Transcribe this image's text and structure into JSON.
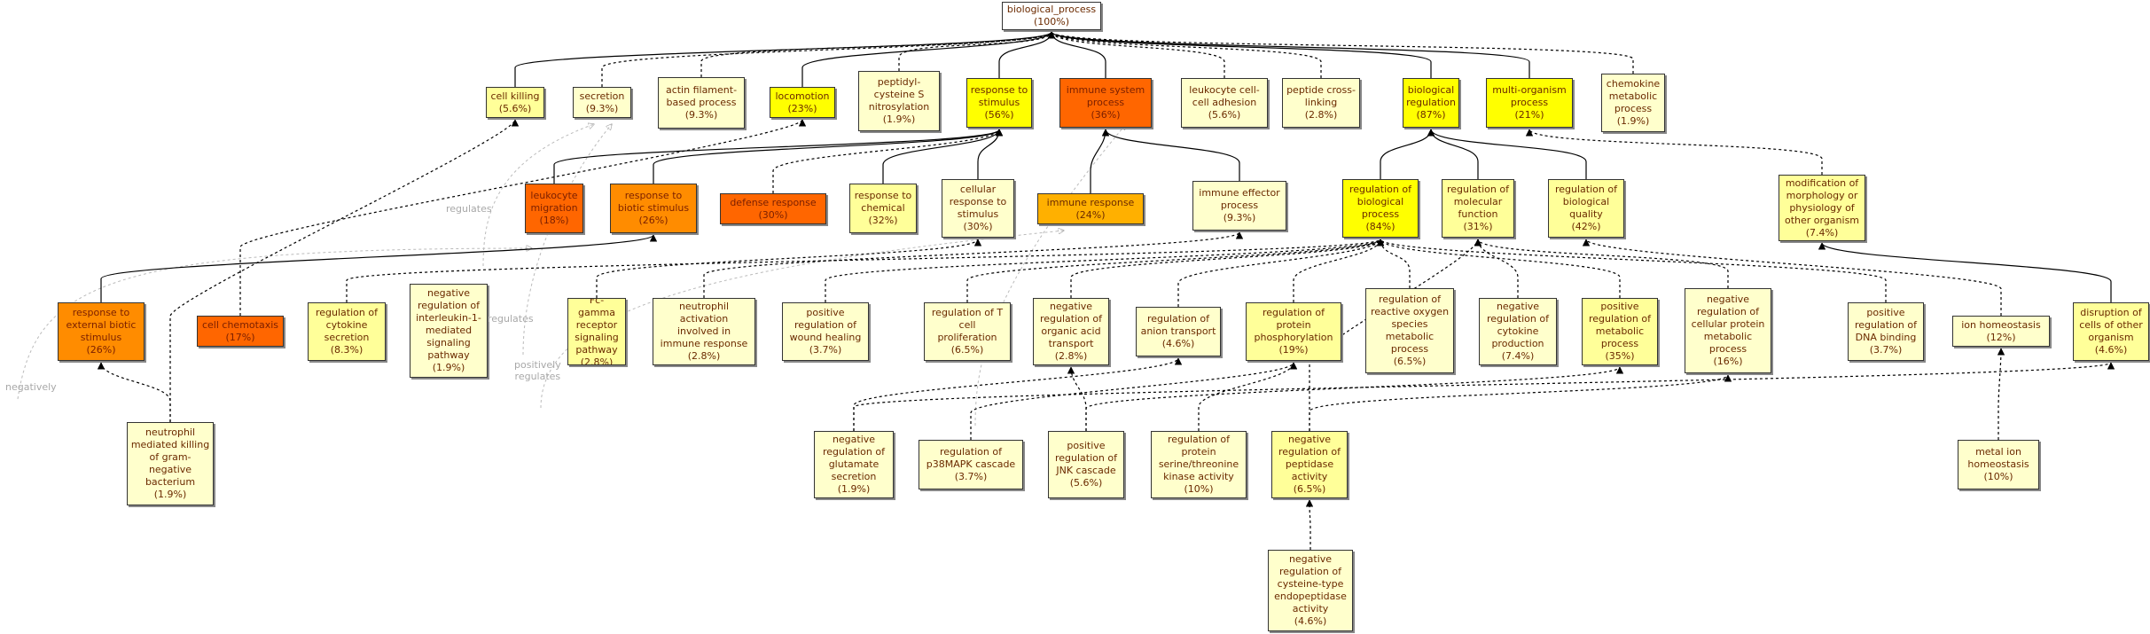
{
  "colors": {
    "very_high": "#ff6600",
    "high": "#ff8c00",
    "medium": "#ffb000",
    "bright": "#ffff00",
    "light": "#ffff99",
    "pale": "#ffffcc",
    "root": "#ffffff"
  },
  "nodes": [
    {
      "id": "biological_process",
      "label": "biological_process\n(100%)",
      "level": "root"
    },
    {
      "id": "cell_killing",
      "label": "cell killing\n(5.6%)",
      "level": "light"
    },
    {
      "id": "secretion",
      "label": "secretion\n(9.3%)",
      "level": "pale"
    },
    {
      "id": "actin_filament",
      "label": "actin filament-\nbased process\n(9.3%)",
      "level": "pale"
    },
    {
      "id": "locomotion",
      "label": "locomotion\n(23%)",
      "level": "bright"
    },
    {
      "id": "peptidyl_cysteine",
      "label": "peptidyl-\ncysteine S\nnitrosylation\n(1.9%)",
      "level": "pale"
    },
    {
      "id": "response_to_stimulus",
      "label": "response to\nstimulus\n(56%)",
      "level": "bright"
    },
    {
      "id": "immune_system_process",
      "label": "immune system\nprocess\n(36%)",
      "level": "very_high"
    },
    {
      "id": "leukocyte_adhesion",
      "label": "leukocyte cell-\ncell adhesion\n(5.6%)",
      "level": "pale"
    },
    {
      "id": "peptide_crosslinking",
      "label": "peptide cross-\nlinking\n(2.8%)",
      "level": "pale"
    },
    {
      "id": "biological_regulation",
      "label": "biological\nregulation\n(87%)",
      "level": "bright"
    },
    {
      "id": "multi_organism",
      "label": "multi-organism\nprocess\n(21%)",
      "level": "bright"
    },
    {
      "id": "chemokine_metabolic",
      "label": "chemokine\nmetabolic\nprocess\n(1.9%)",
      "level": "pale"
    },
    {
      "id": "leukocyte_migration",
      "label": "leukocyte\nmigration\n(18%)",
      "level": "very_high"
    },
    {
      "id": "response_biotic",
      "label": "response to\nbiotic stimulus\n(26%)",
      "level": "high"
    },
    {
      "id": "defense_response",
      "label": "defense response\n(30%)",
      "level": "very_high"
    },
    {
      "id": "response_chemical",
      "label": "response to\nchemical\n(32%)",
      "level": "light"
    },
    {
      "id": "cellular_response",
      "label": "cellular\nresponse to\nstimulus\n(30%)",
      "level": "pale"
    },
    {
      "id": "immune_response",
      "label": "immune response\n(24%)",
      "level": "medium"
    },
    {
      "id": "immune_effector",
      "label": "immune effector\nprocess\n(9.3%)",
      "level": "pale"
    },
    {
      "id": "regulation_biological_process",
      "label": "regulation of\nbiological\nprocess\n(84%)",
      "level": "bright"
    },
    {
      "id": "regulation_molecular_function",
      "label": "regulation of\nmolecular\nfunction\n(31%)",
      "level": "light"
    },
    {
      "id": "regulation_biological_quality",
      "label": "regulation of\nbiological\nquality\n(42%)",
      "level": "light"
    },
    {
      "id": "modification_morphology",
      "label": "modification of\nmorphology or\nphysiology of\nother organism\n(7.4%)",
      "level": "light"
    },
    {
      "id": "response_external_biotic",
      "label": "response to\nexternal biotic\nstimulus\n(26%)",
      "level": "high"
    },
    {
      "id": "cell_chemotaxis",
      "label": "cell chemotaxis\n(17%)",
      "level": "very_high"
    },
    {
      "id": "regulation_cytokine_secretion",
      "label": "regulation of\ncytokine\nsecretion\n(8.3%)",
      "level": "light"
    },
    {
      "id": "neg_reg_il1",
      "label": "negative\nregulation of\ninterleukin-1-\nmediated\nsignaling\npathway\n(1.9%)",
      "level": "pale"
    },
    {
      "id": "fc_gamma",
      "label": "Fc-gamma\nreceptor\nsignaling\npathway\n(2.8%)",
      "level": "light"
    },
    {
      "id": "neutrophil_activation",
      "label": "neutrophil\nactivation\ninvolved in\nimmune response\n(2.8%)",
      "level": "pale"
    },
    {
      "id": "pos_reg_wound",
      "label": "positive\nregulation of\nwound healing\n(3.7%)",
      "level": "pale"
    },
    {
      "id": "reg_t_cell",
      "label": "regulation of T\ncell\nproliferation\n(6.5%)",
      "level": "pale"
    },
    {
      "id": "neg_reg_organic_acid",
      "label": "negative\nregulation of\norganic acid\ntransport\n(2.8%)",
      "level": "pale"
    },
    {
      "id": "reg_anion_transport",
      "label": "regulation of\nanion transport\n(4.6%)",
      "level": "pale"
    },
    {
      "id": "reg_protein_phosphorylation",
      "label": "regulation of\nprotein\nphosphorylation\n(19%)",
      "level": "light"
    },
    {
      "id": "reg_ros_metabolic",
      "label": "regulation of\nreactive oxygen\nspecies\nmetabolic\nprocess\n(6.5%)",
      "level": "pale"
    },
    {
      "id": "neg_reg_cytokine_production",
      "label": "negative\nregulation of\ncytokine\nproduction\n(7.4%)",
      "level": "pale"
    },
    {
      "id": "pos_reg_metabolic",
      "label": "positive\nregulation of\nmetabolic\nprocess\n(35%)",
      "level": "light"
    },
    {
      "id": "neg_reg_cellular_protein_metabolic",
      "label": "negative\nregulation of\ncellular protein\nmetabolic\nprocess\n(16%)",
      "level": "pale"
    },
    {
      "id": "pos_reg_dna_binding",
      "label": "positive\nregulation of\nDNA binding\n(3.7%)",
      "level": "pale"
    },
    {
      "id": "ion_homeostasis",
      "label": "ion homeostasis\n(12%)",
      "level": "pale"
    },
    {
      "id": "disruption_cells",
      "label": "disruption of\ncells of other\norganism\n(4.6%)",
      "level": "light"
    },
    {
      "id": "neutrophil_killing",
      "label": "neutrophil\nmediated killing\nof gram-\nnegative\nbacterium\n(1.9%)",
      "level": "pale"
    },
    {
      "id": "neg_reg_glutamate",
      "label": "negative\nregulation of\nglutamate\nsecretion\n(1.9%)",
      "level": "pale"
    },
    {
      "id": "reg_p38mapk",
      "label": "regulation of\np38MAPK cascade\n(3.7%)",
      "level": "pale"
    },
    {
      "id": "pos_reg_jnk",
      "label": "positive\nregulation of\nJNK cascade\n(5.6%)",
      "level": "pale"
    },
    {
      "id": "reg_protein_serine",
      "label": "regulation of\nprotein\nserine/threonine\nkinase activity\n(10%)",
      "level": "pale"
    },
    {
      "id": "neg_reg_peptidase",
      "label": "negative\nregulation of\npeptidase\nactivity\n(6.5%)",
      "level": "light"
    },
    {
      "id": "metal_ion_homeostasis",
      "label": "metal ion\nhomeostasis\n(10%)",
      "level": "pale"
    },
    {
      "id": "neg_reg_cysteine_endopeptidase",
      "label": "negative\nregulation of\ncysteine-type\nendopeptidase\nactivity\n(4.6%)",
      "level": "pale"
    }
  ],
  "edges": [
    {
      "from": "cell_killing",
      "to": "biological_process",
      "style": "solid"
    },
    {
      "from": "secretion",
      "to": "biological_process",
      "style": "dashed"
    },
    {
      "from": "actin_filament",
      "to": "biological_process",
      "style": "dashed"
    },
    {
      "from": "locomotion",
      "to": "biological_process",
      "style": "solid"
    },
    {
      "from": "peptidyl_cysteine",
      "to": "biological_process",
      "style": "dashed"
    },
    {
      "from": "response_to_stimulus",
      "to": "biological_process",
      "style": "solid"
    },
    {
      "from": "immune_system_process",
      "to": "biological_process",
      "style": "solid"
    },
    {
      "from": "leukocyte_adhesion",
      "to": "biological_process",
      "style": "dashed"
    },
    {
      "from": "peptide_crosslinking",
      "to": "biological_process",
      "style": "dashed"
    },
    {
      "from": "biological_regulation",
      "to": "biological_process",
      "style": "solid"
    },
    {
      "from": "multi_organism",
      "to": "biological_process",
      "style": "solid"
    },
    {
      "from": "chemokine_metabolic",
      "to": "biological_process",
      "style": "dashed"
    },
    {
      "from": "leukocyte_migration",
      "to": "response_to_stimulus",
      "style": "solid"
    },
    {
      "from": "response_biotic",
      "to": "response_to_stimulus",
      "style": "solid"
    },
    {
      "from": "defense_response",
      "to": "response_to_stimulus",
      "style": "dashed"
    },
    {
      "from": "response_chemical",
      "to": "response_to_stimulus",
      "style": "solid"
    },
    {
      "from": "cellular_response",
      "to": "response_to_stimulus",
      "style": "solid"
    },
    {
      "from": "immune_response",
      "to": "immune_system_process",
      "style": "solid"
    },
    {
      "from": "immune_effector",
      "to": "immune_system_process",
      "style": "solid"
    },
    {
      "from": "regulation_biological_process",
      "to": "biological_regulation",
      "style": "solid"
    },
    {
      "from": "regulation_molecular_function",
      "to": "biological_regulation",
      "style": "solid"
    },
    {
      "from": "regulation_biological_quality",
      "to": "biological_regulation",
      "style": "solid"
    },
    {
      "from": "modification_morphology",
      "to": "multi_organism",
      "style": "dashed"
    },
    {
      "from": "response_external_biotic",
      "to": "response_biotic",
      "style": "solid"
    },
    {
      "from": "cell_chemotaxis",
      "to": "locomotion",
      "style": "dashed"
    },
    {
      "from": "regulation_cytokine_secretion",
      "to": "regulation_biological_process",
      "style": "dashed"
    },
    {
      "from": "fc_gamma",
      "to": "cellular_response",
      "style": "dashed"
    },
    {
      "from": "neutrophil_activation",
      "to": "immune_effector",
      "style": "dashed"
    },
    {
      "from": "pos_reg_wound",
      "to": "regulation_biological_process",
      "style": "dashed"
    },
    {
      "from": "reg_t_cell",
      "to": "regulation_biological_process",
      "style": "dashed"
    },
    {
      "from": "neg_reg_organic_acid",
      "to": "regulation_biological_process",
      "style": "dashed"
    },
    {
      "from": "reg_anion_transport",
      "to": "regulation_biological_process",
      "style": "dashed"
    },
    {
      "from": "reg_protein_phosphorylation",
      "to": "regulation_biological_process",
      "style": "dashed"
    },
    {
      "from": "reg_ros_metabolic",
      "to": "regulation_biological_process",
      "style": "dashed"
    },
    {
      "from": "neg_reg_cytokine_production",
      "to": "regulation_molecular_function",
      "style": "dashed"
    },
    {
      "from": "pos_reg_metabolic",
      "to": "regulation_biological_process",
      "style": "dashed"
    },
    {
      "from": "neg_reg_cellular_protein_metabolic",
      "to": "regulation_molecular_function",
      "style": "dashed"
    },
    {
      "from": "pos_reg_dna_binding",
      "to": "regulation_biological_process",
      "style": "dashed"
    },
    {
      "from": "ion_homeostasis",
      "to": "regulation_biological_quality",
      "style": "dashed"
    },
    {
      "from": "disruption_cells",
      "to": "modification_morphology",
      "style": "solid"
    },
    {
      "from": "neutrophil_killing",
      "to": "response_external_biotic",
      "style": "dashed"
    },
    {
      "from": "neutrophil_killing",
      "to": "cell_killing",
      "style": "dashed"
    },
    {
      "from": "neg_reg_glutamate",
      "to": "reg_anion_transport",
      "style": "dashed"
    },
    {
      "from": "reg_p38mapk",
      "to": "reg_protein_phosphorylation",
      "style": "dashed"
    },
    {
      "from": "pos_reg_jnk",
      "to": "neg_reg_organic_acid",
      "style": "dashed"
    },
    {
      "from": "reg_protein_serine",
      "to": "reg_protein_phosphorylation",
      "style": "dashed"
    },
    {
      "from": "neg_reg_peptidase",
      "to": "neg_reg_cellular_protein_metabolic",
      "style": "dashed"
    },
    {
      "from": "metal_ion_homeostasis",
      "to": "ion_homeostasis",
      "style": "dashed"
    },
    {
      "from": "neg_reg_cysteine_endopeptidase",
      "to": "neg_reg_peptidase",
      "style": "dashed"
    },
    {
      "from": "neg_reg_glutamate",
      "to": "disruption_cells",
      "style": "dashed"
    },
    {
      "from": "pos_reg_jnk",
      "to": "pos_reg_metabolic",
      "style": "dashed"
    },
    {
      "from": "neg_reg_peptidase",
      "to": "regulation_molecular_function",
      "style": "dashed"
    }
  ],
  "edge_labels": {
    "regulates_1": "regulates",
    "regulates_2": "regulates",
    "positively_regulates": "positively\nregulates",
    "negatively_regulates": "negatively"
  }
}
